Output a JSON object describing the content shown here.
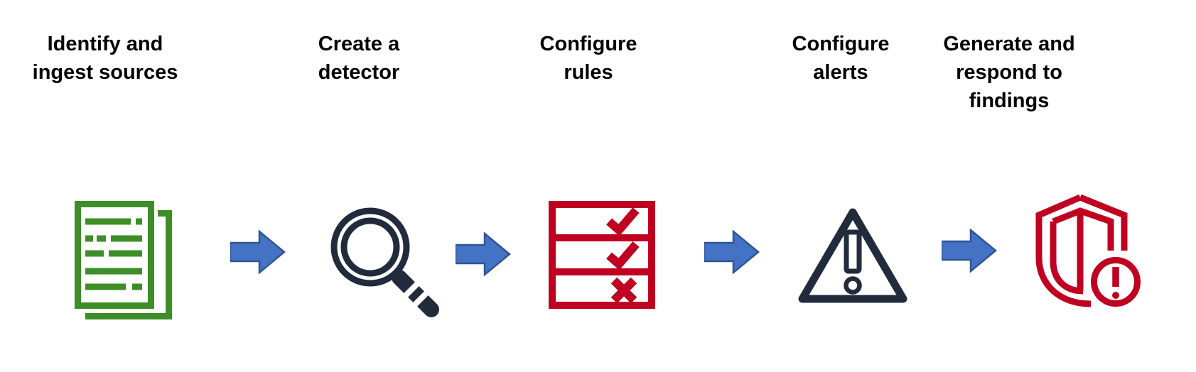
{
  "diagram": {
    "background": "#FFFFFF",
    "steps": [
      {
        "id": 1,
        "label": "Identify and ingest sources",
        "label_lines": [
          "Identify and",
          "ingest sources"
        ],
        "icon": "documents-icon",
        "icon_color": "#3E8E27"
      },
      {
        "id": 2,
        "label": "Create a detector",
        "label_lines": [
          "Create a",
          "detector"
        ],
        "icon": "magnifier-icon",
        "icon_color": "#212B3C"
      },
      {
        "id": 3,
        "label": "Configure rules",
        "label_lines": [
          "Configure",
          "rules"
        ],
        "icon": "checklist-icon",
        "icon_color": "#C00020"
      },
      {
        "id": 4,
        "label": "Configure alerts",
        "label_lines": [
          "Configure",
          "alerts"
        ],
        "icon": "warning-triangle-icon",
        "icon_color": "#212B3C"
      },
      {
        "id": 5,
        "label": "Generate and respond to findings",
        "label_lines": [
          "Generate and",
          "respond to",
          "findings"
        ],
        "icon": "shield-alert-icon",
        "icon_color": "#C00020"
      }
    ],
    "connectors": [
      {
        "from": 1,
        "to": 2,
        "icon": "arrow-right-icon"
      },
      {
        "from": 2,
        "to": 3,
        "icon": "arrow-right-icon"
      },
      {
        "from": 3,
        "to": 4,
        "icon": "arrow-right-icon"
      },
      {
        "from": 4,
        "to": 5,
        "icon": "arrow-right-icon"
      }
    ],
    "colors": {
      "text": "#000000",
      "green": "#3E8E27",
      "navy": "#212B3C",
      "red": "#C00020",
      "arrow_fill": "#4472C4",
      "arrow_border": "#2F5597"
    }
  }
}
